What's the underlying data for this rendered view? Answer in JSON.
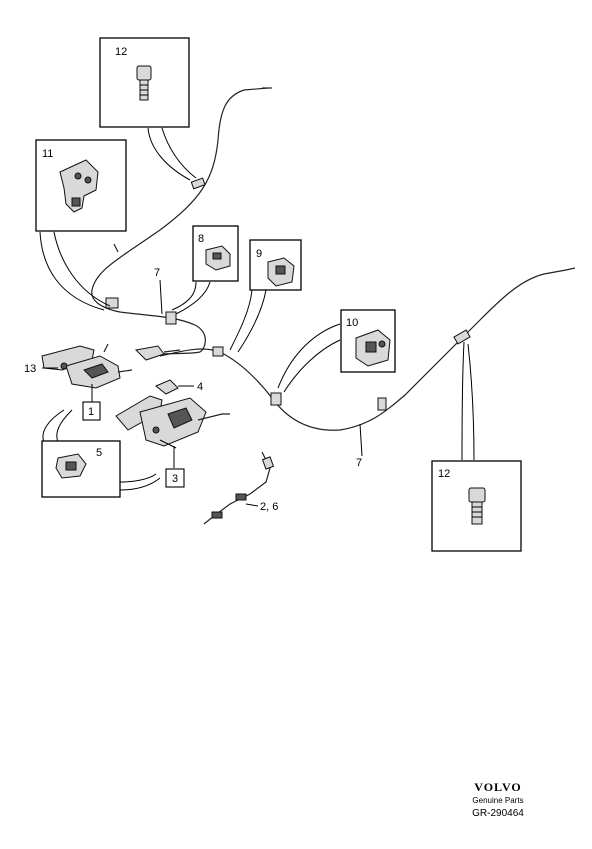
{
  "callouts": {
    "c1": "1",
    "c2_6": "2, 6",
    "c3": "3",
    "c4": "4",
    "c5": "5",
    "c7a": "7",
    "c7b": "7",
    "c8": "8",
    "c9": "9",
    "c10": "10",
    "c11": "11",
    "c12a": "12",
    "c12b": "12",
    "c13": "13"
  },
  "footer": {
    "brand": "VOLVO",
    "tagline": "Genuine Parts",
    "reference": "GR-290464"
  },
  "colors": {
    "line": "#000000",
    "fill": "#d9d9d9",
    "background": "#ffffff"
  }
}
